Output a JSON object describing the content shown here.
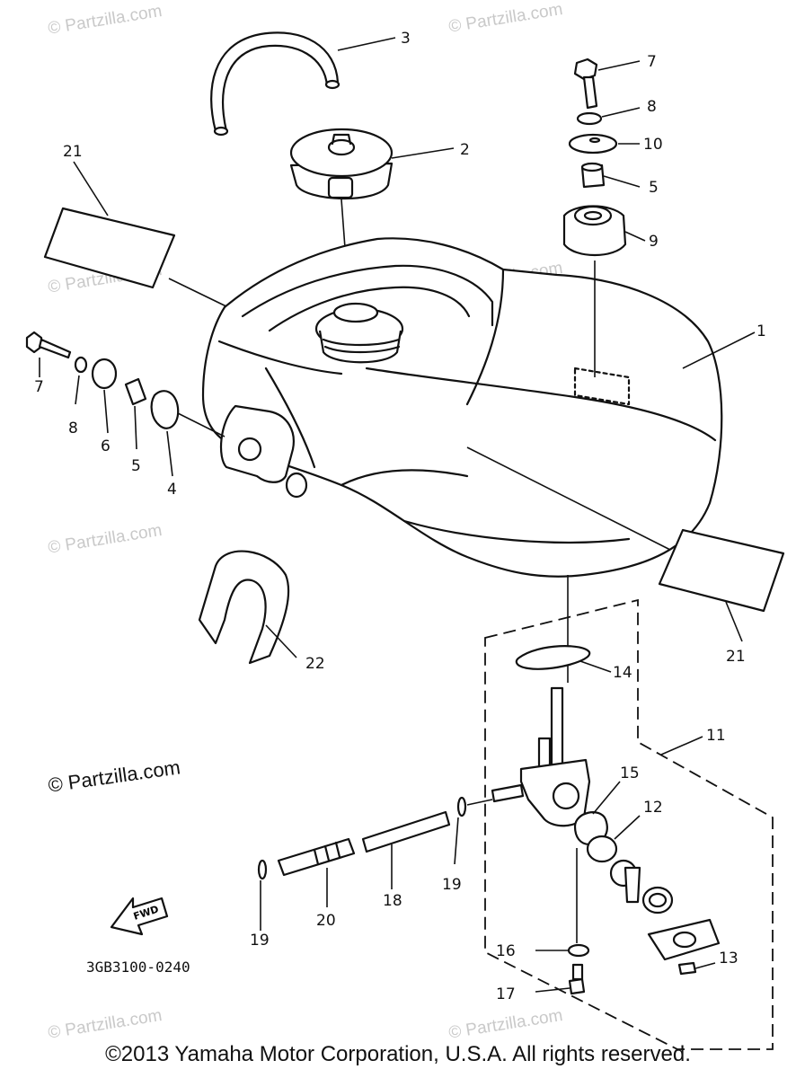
{
  "watermark": "© Partzilla.com",
  "watermark_main": "© Partzilla.com",
  "diagram_code": "3GB3100-0240",
  "fwd_label": "FWD",
  "copyright": "©2013 Yamaha Motor Corporation, U.S.A. All rights reserved.",
  "callouts": {
    "c1": "1",
    "c2": "2",
    "c3": "3",
    "c4": "4",
    "c5a": "5",
    "c5b": "5",
    "c6": "6",
    "c7a": "7",
    "c7b": "7",
    "c8a": "8",
    "c8b": "8",
    "c9": "9",
    "c10": "10",
    "c11": "11",
    "c12": "12",
    "c13": "13",
    "c14": "14",
    "c15": "15",
    "c16": "16",
    "c17": "17",
    "c18": "18",
    "c19a": "19",
    "c19b": "19",
    "c20": "20",
    "c21a": "21",
    "c21b": "21",
    "c22": "22"
  }
}
